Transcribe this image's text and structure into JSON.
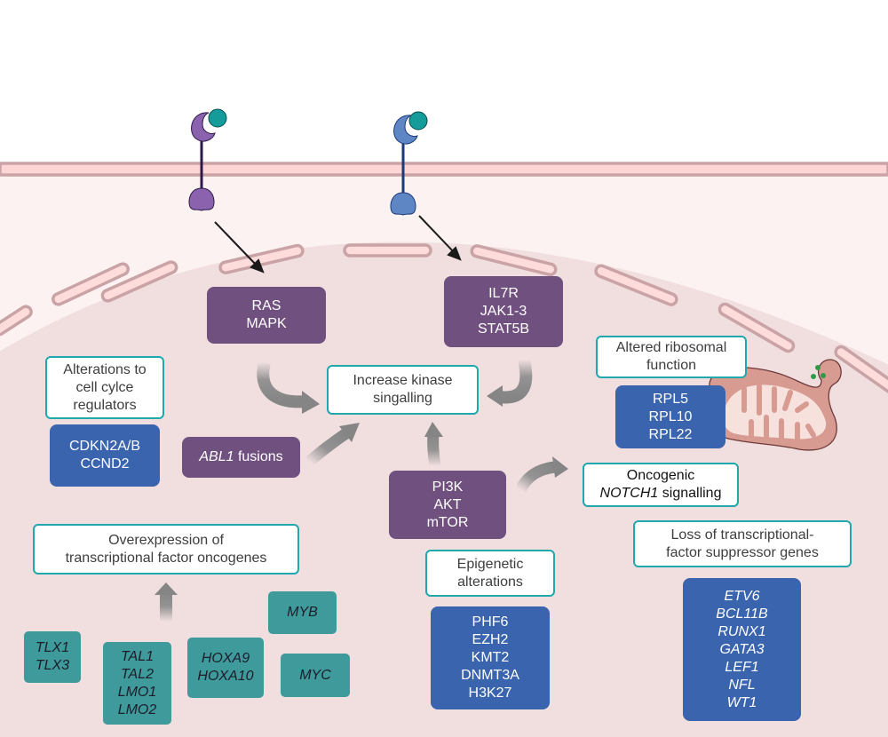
{
  "colors": {
    "pathway_box": "#70507f",
    "gene_box": "#3a64ad",
    "oncogene_box": "#3e9a9b",
    "label_border": "#20a8ac",
    "cell_membrane": "#c9a3a5",
    "cytoplasm": "#fdf2f2",
    "nucleus": "#f1dfe0",
    "arrow_gray": "#8a8a8a",
    "ligand": "#169b9b",
    "receptor_left": "#8a62ad",
    "receptor_right": "#5f86c4"
  },
  "receptors": [
    {
      "name": "receptor-purple",
      "signal_to": "RAS / MAPK"
    },
    {
      "name": "receptor-blue",
      "signal_to": "IL7R / JAK1-3 / STAT5B"
    }
  ],
  "pathways": {
    "ras": {
      "lines": [
        "RAS",
        "MAPK"
      ]
    },
    "il7r": {
      "lines": [
        "IL7R",
        "JAK1-3",
        "STAT5B"
      ]
    },
    "abl1": {
      "italic": "ABL1",
      "rest": " fusions"
    },
    "pi3k": {
      "lines": [
        "PI3K",
        "AKT",
        "mTOR"
      ]
    }
  },
  "labels": {
    "kinase": {
      "lines": [
        "Increase kinase",
        "singalling"
      ]
    },
    "cell_cycle": {
      "lines": [
        "Alterations to",
        "cell cylce",
        "regulators"
      ]
    },
    "ribosomal": {
      "lines": [
        "Altered ribosomal",
        "function"
      ]
    },
    "notch": {
      "line1": "Oncogenic",
      "italic": "NOTCH1",
      "rest": " signalling"
    },
    "epigenetic": {
      "lines": [
        "Epigenetic",
        "alterations"
      ]
    },
    "overexpression": {
      "lines": [
        "Overexpression of",
        "transcriptional factor oncogenes"
      ]
    },
    "loss": {
      "lines": [
        "Loss of transcriptional-",
        "factor suppressor genes"
      ]
    }
  },
  "gene_groups": {
    "cell_cycle": [
      "CDKN2A/B",
      "CCND2"
    ],
    "ribosomal": [
      "RPL5",
      "RPL10",
      "RPL22"
    ],
    "epigenetic": [
      "PHF6",
      "EZH2",
      "KMT2",
      "DNMT3A",
      "H3K27"
    ],
    "suppressors": [
      "ETV6",
      "BCL11B",
      "RUNX1",
      "GATA3",
      "LEF1",
      "NFL",
      "WT1"
    ]
  },
  "oncogenes": {
    "tlx": [
      "TLX1",
      "TLX3"
    ],
    "tal": [
      "TAL1",
      "TAL2",
      "LMO1",
      "LMO2"
    ],
    "hoxa": [
      "HOXA9",
      "HOXA10"
    ],
    "myb": [
      "MYB"
    ],
    "myc": [
      "MYC"
    ]
  }
}
